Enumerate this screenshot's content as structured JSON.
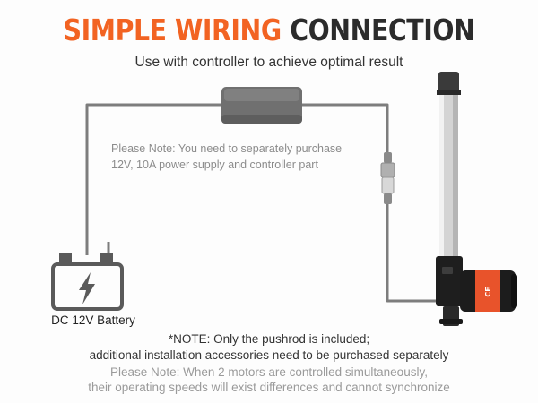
{
  "header": {
    "title_accent": "SIMPLE WIRING",
    "title_main": "CONNECTION",
    "subtitle": "Use with controller to achieve optimal result"
  },
  "diagram": {
    "purchase_note": [
      "Please Note: You need to separately purchase",
      "12V, 10A power supply and controller part"
    ],
    "battery_label": "DC 12V Battery",
    "label_plate_text": "CE"
  },
  "footer": {
    "pushrod_note": [
      "*NOTE: Only the pushrod is included;",
      "additional installation accessories need to be purchased separately"
    ],
    "sync_note": [
      "Please Note: When 2 motors are controlled simultaneously,",
      "their operating speeds will exist differences and cannot synchronize"
    ]
  },
  "colors": {
    "accent": "#f26322",
    "title_dark": "#2b2b2b",
    "wire": "#7d7d7d",
    "battery_outline": "#5a5a5a",
    "motor_label": "#e8532b"
  }
}
